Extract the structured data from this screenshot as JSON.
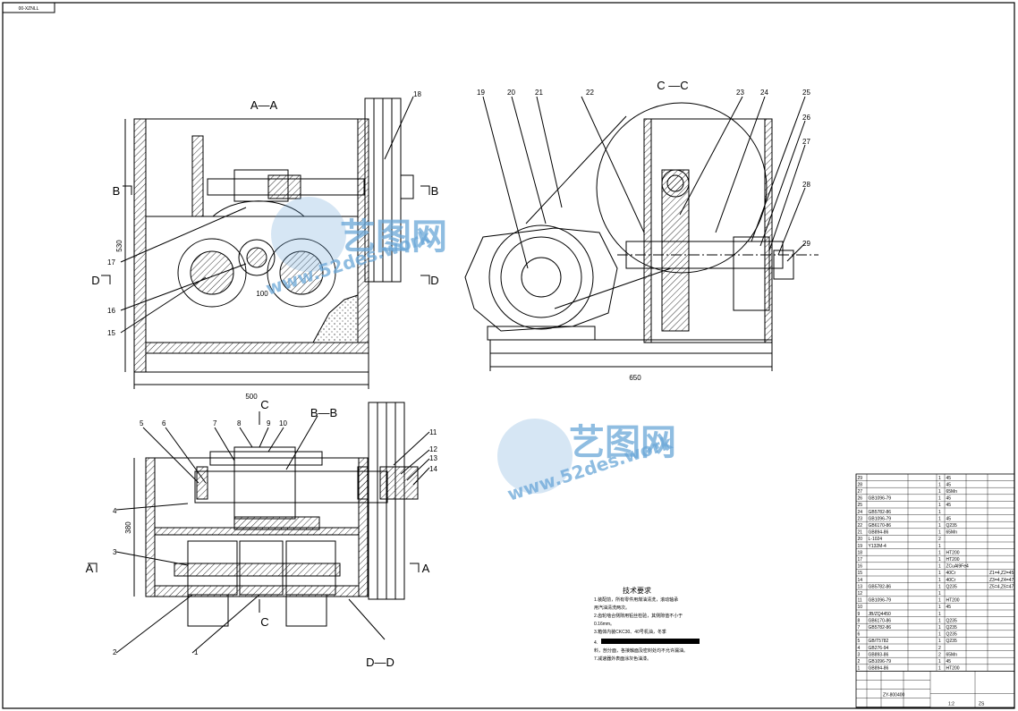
{
  "stamp": "00-XZNLL",
  "views": {
    "aa": {
      "title": "A—A",
      "dim_width": "500",
      "dim_height": "530",
      "dim_center": "100",
      "cut_b_left": "B",
      "cut_b_right": "B",
      "cut_d_left": "D",
      "cut_d_right": "D"
    },
    "cc": {
      "title": "C —C",
      "dim_width": "650"
    },
    "bb": {
      "title": "B—B",
      "dim_height": "380",
      "cut_a_left": "A",
      "cut_a_right": "A",
      "cut_c_top": "C",
      "cut_c_bottom": "C"
    },
    "dd": {
      "title": "D—D"
    }
  },
  "callouts": [
    "1",
    "2",
    "3",
    "4",
    "5",
    "6",
    "7",
    "8",
    "9",
    "10",
    "11",
    "12",
    "13",
    "14",
    "15",
    "16",
    "17",
    "18",
    "19",
    "20",
    "21",
    "22",
    "23",
    "24",
    "25",
    "26",
    "27",
    "28",
    "29"
  ],
  "notes": {
    "title": "技术要求",
    "lines": [
      "1.装配前，所有零件用煤油清洗，滚动轴承",
      "用汽油清洗两次。",
      "2.齿轮啮合侧隙用铅丝检验，其侧隙值不小于",
      "0.16mm。",
      "3.箱体内装CKC30、40号机油，冬季",
      "4.",
      "料，剖分面，各接触面及密封处均不允许漏油。",
      "7.减速器外表面涂灰色油漆。"
    ]
  },
  "watermark": {
    "brand": "艺图网",
    "url": "www.52des.work"
  },
  "bom": {
    "rows": [
      [
        "29",
        "",
        "",
        "1",
        "45"
      ],
      [
        "28",
        "",
        "",
        "1",
        "45"
      ],
      [
        "27",
        "",
        "",
        "1",
        "65Mn"
      ],
      [
        "26",
        "GB1096-79",
        "",
        "1",
        "45"
      ],
      [
        "25",
        "",
        "",
        "1",
        "45"
      ],
      [
        "24",
        "GB5782-86",
        "",
        "1",
        ""
      ],
      [
        "23",
        "GB1096-79",
        "",
        "1",
        "45"
      ],
      [
        "22",
        "GB6170-86",
        "",
        "1",
        "Q235"
      ],
      [
        "21",
        "GB894-86",
        "",
        "1",
        "65Mn"
      ],
      [
        "20",
        "L-1024",
        "",
        "2",
        ""
      ],
      [
        "19",
        "Y132M-4",
        "",
        "1",
        ""
      ],
      [
        "18",
        "",
        "",
        "1",
        "HT200"
      ],
      [
        "17",
        "",
        "",
        "1",
        "HT200"
      ],
      [
        "16",
        "",
        "",
        "1",
        "ZCuAl9Fe4"
      ],
      [
        "15",
        "",
        "",
        "1",
        "40Cr"
      ],
      [
        "14",
        "",
        "",
        "1",
        "40Cr"
      ],
      [
        "13",
        "GB5782-86",
        "",
        "1",
        "Q235"
      ],
      [
        "12",
        "",
        "",
        "1",
        ""
      ],
      [
        "11",
        "GB1096-79",
        "",
        "1",
        "HT200"
      ],
      [
        "10",
        "",
        "",
        "1",
        "45"
      ],
      [
        "9",
        "JB/ZQ4450",
        "",
        "1",
        ""
      ],
      [
        "8",
        "GB6170-86",
        "",
        "1",
        "Q235"
      ],
      [
        "7",
        "GB5782-86",
        "",
        "1",
        "Q235"
      ],
      [
        "6",
        "",
        "",
        "1",
        "Q235"
      ],
      [
        "5",
        "GB/T5782",
        "",
        "1",
        "Q235"
      ],
      [
        "4",
        "GB276-94",
        "",
        "2",
        ""
      ],
      [
        "3",
        "GB893-86",
        "",
        "2",
        "65Mn"
      ],
      [
        "2",
        "GB1096-79",
        "",
        "1",
        "45"
      ],
      [
        "1",
        "GB894-86",
        "",
        "1",
        "HT200"
      ]
    ],
    "remarks": [
      "Z1=4,Z2=45",
      "Z3=4,Z4=47",
      "Z5=4,Z6=47"
    ],
    "title_block": {
      "code": "ZY-800400",
      "scale": "1:2",
      "sheet": "ZS"
    }
  },
  "colors": {
    "line": "#000000",
    "watermark": "#6aa7d8"
  }
}
